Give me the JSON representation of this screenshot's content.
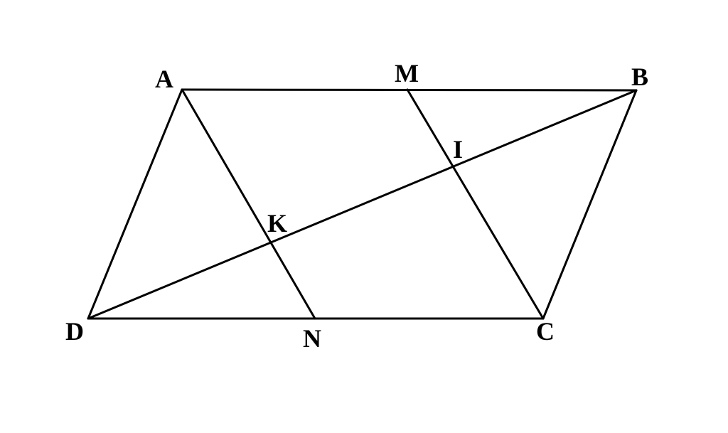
{
  "diagram": {
    "points": {
      "A": "A",
      "B": "B",
      "C": "C",
      "D": "D",
      "M": "M",
      "N": "N",
      "I": "I",
      "K": "K"
    },
    "segments": [
      "AB",
      "BC",
      "CD",
      "DA",
      "AN",
      "MC",
      "DB"
    ],
    "line_color": "#000000",
    "background": "#ffffff"
  }
}
